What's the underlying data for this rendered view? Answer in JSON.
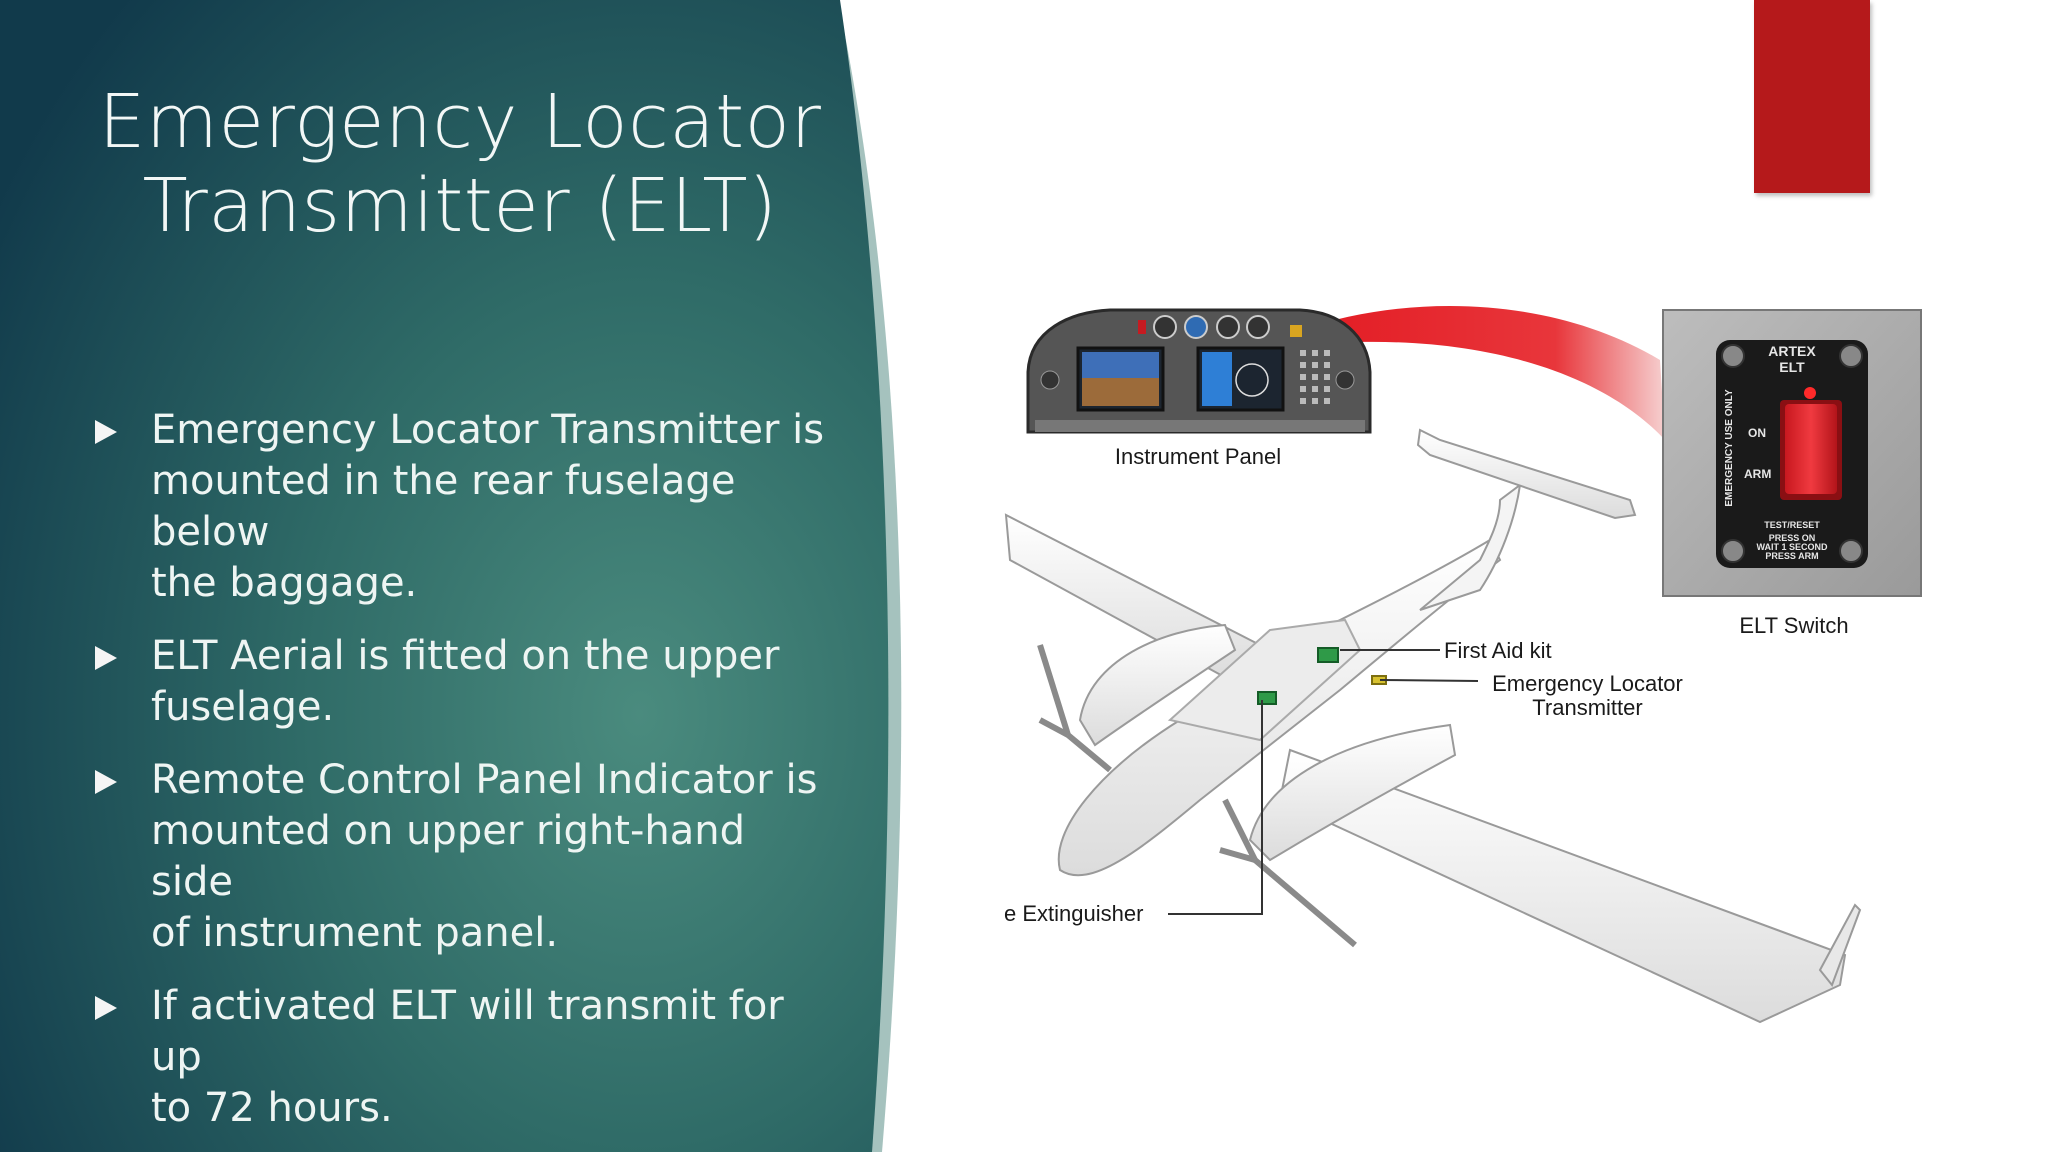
{
  "slide": {
    "title_lines": [
      "Emergency Locator",
      "Transmitter (ELT)"
    ],
    "bullets": [
      {
        "lines": [
          "Emergency Locator Transmitter is",
          "mounted in the rear fuselage below",
          "the baggage."
        ]
      },
      {
        "lines": [
          "ELT Aerial is fitted on the upper",
          "fuselage."
        ]
      },
      {
        "lines": [
          "Remote Control Panel Indicator is",
          "mounted on upper right-hand side",
          "of instrument panel."
        ]
      },
      {
        "lines": [
          "If activated ELT will transmit for up",
          "to 72 hours."
        ]
      }
    ]
  },
  "figure": {
    "instrument_panel_label": "Instrument Panel",
    "elt_switch_label": "ELT Switch",
    "first_aid_label": "First Aid kit",
    "elt_label_lines": [
      "Emergency Locator",
      "Transmitter"
    ],
    "extinguisher_label": "e Extinguisher",
    "switch_panel": {
      "brand_lines": [
        "ARTEX",
        "ELT"
      ],
      "side_text": "EMERGENCY USE ONLY",
      "on_label": "ON",
      "arm_label": "ARM",
      "bottom_lines": [
        "TEST/RESET",
        "PRESS ON",
        "WAIT 1 SECOND",
        "PRESS ARM"
      ]
    }
  },
  "colors": {
    "panel_gradient_dark": "#123e4d",
    "panel_gradient_light": "#3f7d72",
    "accent_red": "#b5191b",
    "switch_red": "#e0252b"
  }
}
